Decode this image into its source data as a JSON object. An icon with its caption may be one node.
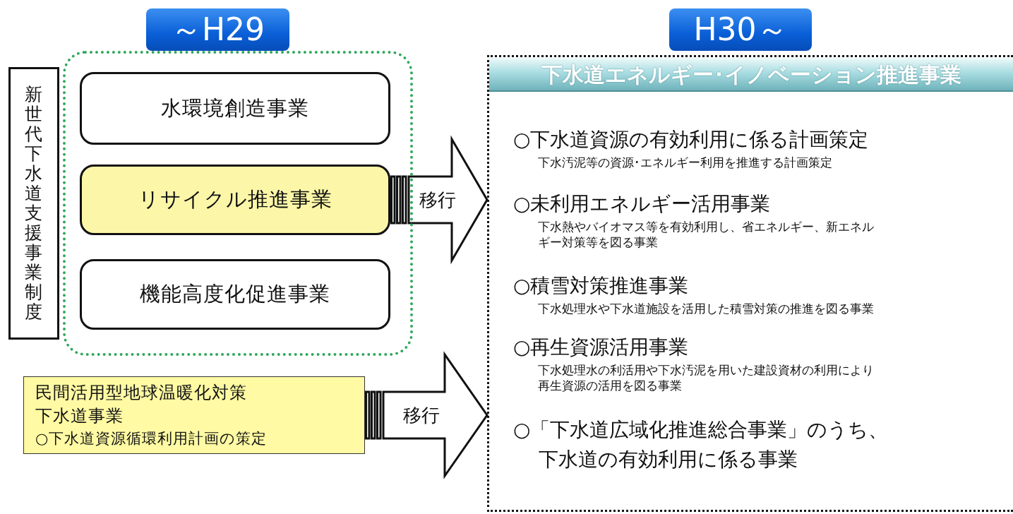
{
  "diagram": {
    "nodes": [
      {
        "text": [
          "～H29"
        ]
      },
      {
        "text": [
          "新世代下水道支援事業制度"
        ]
      },
      {
        "text": [
          "水環境創造事業"
        ],
        "in": 0
      },
      {
        "text": [
          "リサイクル推進事業"
        ],
        "in": 0
      },
      {
        "text": [
          "機能高度化促進事業"
        ],
        "in": 0
      },
      {
        "text": [
          "民間活用型地球温暖化対策下水道事業",
          "○下水道資源循環利用計画の策定"
        ]
      },
      {
        "text": [
          "H30～",
          "○下水道資源の有効利用に係る計画策定",
          "下水汚泥等の資源･エネルギー利用を推進する計画策定",
          "○未利用エネルギー活用事業",
          "下水熱やバイオマス等を有効利用し、省エネルギー、新エネルギー対策等を図る事業",
          "○積雪対策推進事業",
          "下水処理水や下水道施設を活用した積雪対策の推進を図る事業",
          "○再生資源活用事業",
          "下水処理水の利活用や下水汚泥を用いた建設資材の利用により再生資源の活用を図る事業",
          "○「下水道広域化推進総合事業」のうち、下水道の有効利用に係る事業"
        ]
      },
      {
        "text": [
          "下水道エネルギー･イノベーション推進事業"
        ],
        "in": 6
      }
    ],
    "edges": [
      {
        "from": 3,
        "to": 6,
        "arrow": "to",
        "label": "移行"
      },
      {
        "from": 5,
        "to": 6,
        "arrow": "to",
        "label": "移行"
      }
    ]
  }
}
